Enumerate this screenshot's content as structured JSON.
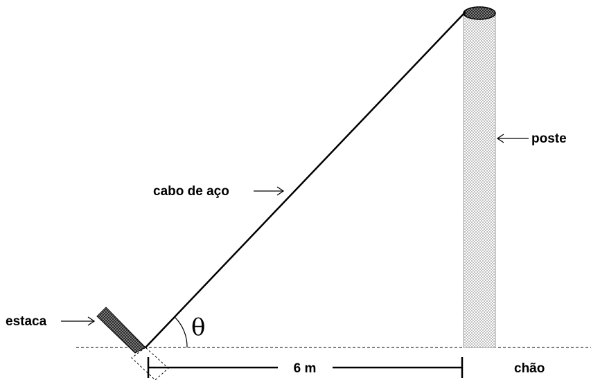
{
  "labels": {
    "pole": "poste",
    "cable": "cabo de aço",
    "stake": "estaca",
    "angle": "θ",
    "distance": "6 m",
    "ground": "chão"
  }
}
